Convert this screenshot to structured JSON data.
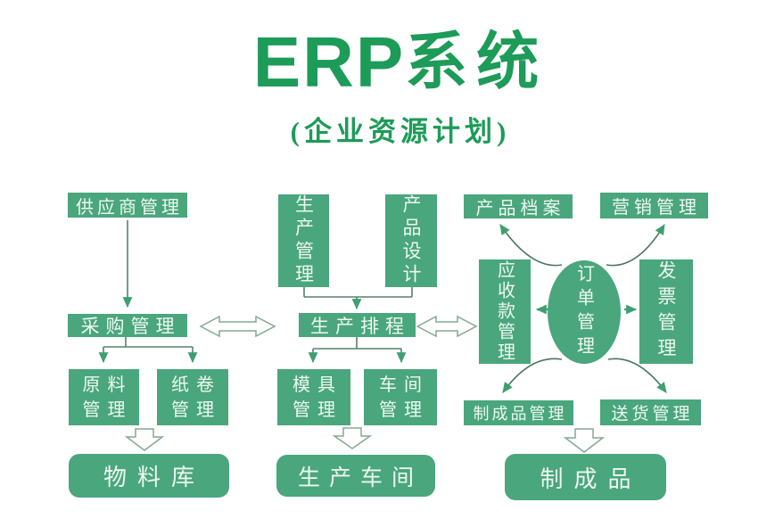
{
  "header": {
    "title_latin": "ERP",
    "title_cn": "系统",
    "subtitle": "(企业资源计划)"
  },
  "colors": {
    "box_green": "#4aa67c",
    "title_green": "#1d9b58",
    "arrow_head_green": "#3f9f6f",
    "thin_line": "#56806b",
    "hollow_arrow_outline": "#84a893",
    "box_text": "#eef8f2"
  },
  "nodes": {
    "supplier": "供应商管理",
    "purchasing": "采购管理",
    "raw_material": "原料\n管理",
    "paper_roll": "纸卷\n管理",
    "material_store": "物料库",
    "production_mgmt": "生产管理",
    "product_design": "产品设计",
    "production_scheduling": "生产排程",
    "mold": "模具\n管理",
    "workshop": "车间\n管理",
    "production_workshop": "生产车间",
    "product_archive": "产品档案",
    "marketing": "营销管理",
    "receivables": "应收款管理",
    "order": "订单管理",
    "invoice": "发票管理",
    "finished_goods_mgmt": "制成品管理",
    "delivery": "送货管理",
    "finished_goods": "制成品"
  }
}
